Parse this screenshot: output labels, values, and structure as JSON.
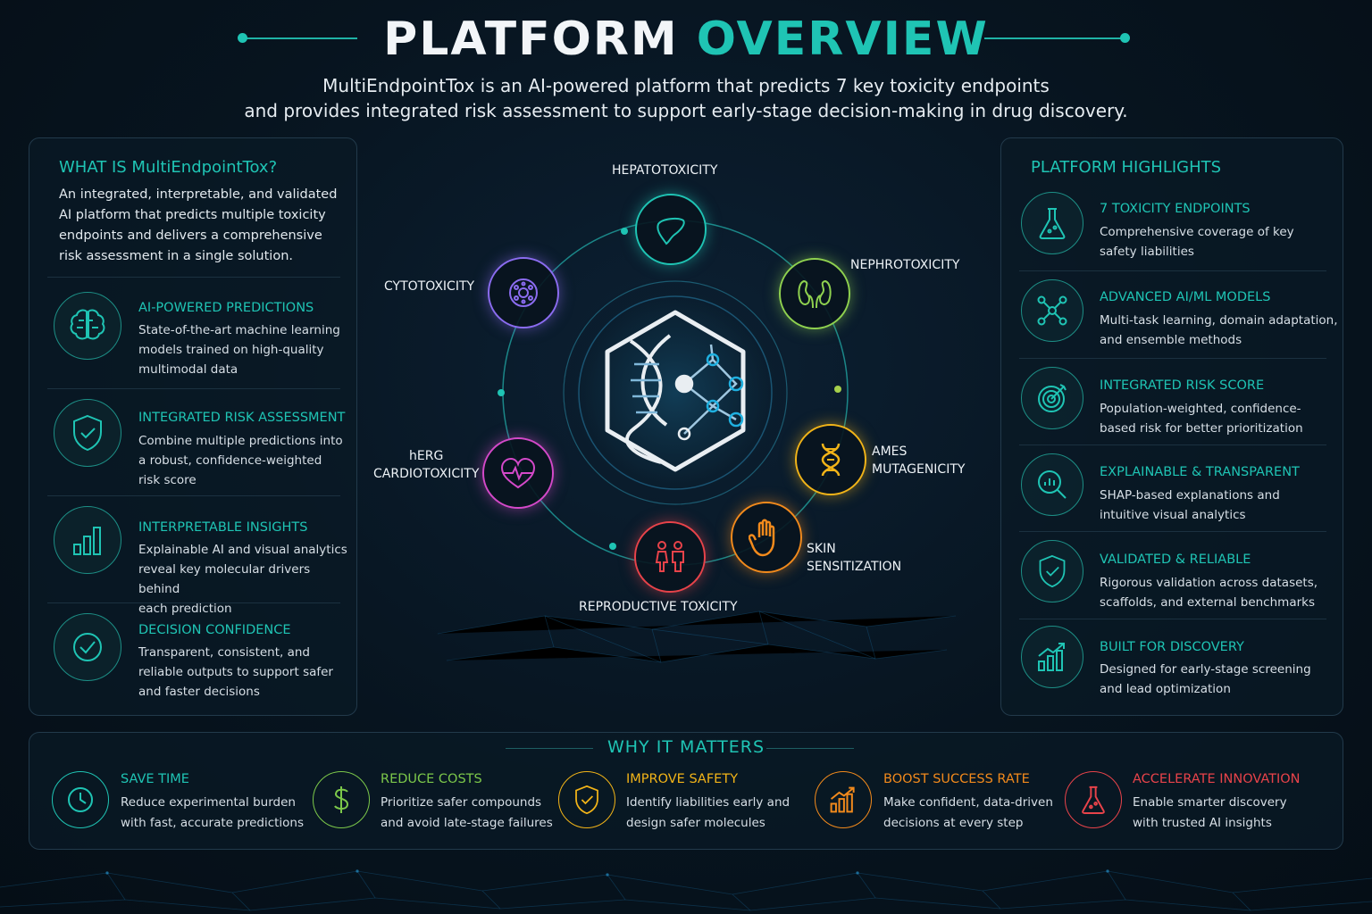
{
  "header": {
    "title_main": "PLATFORM",
    "title_accent": "OVERVIEW",
    "subtitle_line1": "MultiEndpointTox is an AI-powered platform that predicts 7 key toxicity endpoints",
    "subtitle_line2": "and provides integrated risk assessment to support early-stage decision-making in drug discovery."
  },
  "left_panel": {
    "heading": "WHAT IS MultiEndpointTox?",
    "intro": [
      "An integrated, interpretable, and validated",
      "AI platform that predicts multiple toxicity",
      "endpoints and delivers a comprehensive",
      "risk assessment in a single solution."
    ],
    "features": [
      {
        "title": "AI-POWERED PREDICTIONS",
        "desc": [
          "State-of-the-art machine learning",
          "models trained on high-quality",
          "multimodal data"
        ],
        "icon": "brain-icon"
      },
      {
        "title": "INTEGRATED RISK ASSESSMENT",
        "desc": [
          "Combine multiple predictions into",
          "a robust, confidence-weighted",
          "risk score"
        ],
        "icon": "shield-check-icon"
      },
      {
        "title": "INTERPRETABLE INSIGHTS",
        "desc": [
          "Explainable AI and visual analytics",
          "reveal key molecular drivers behind",
          "each prediction"
        ],
        "icon": "bar-chart-icon"
      },
      {
        "title": "DECISION CONFIDENCE",
        "desc": [
          "Transparent, consistent, and",
          "reliable outputs to support safer",
          "and faster decisions"
        ],
        "icon": "check-circle-icon"
      }
    ]
  },
  "right_panel": {
    "heading": "PLATFORM HIGHLIGHTS",
    "features": [
      {
        "title": "7 TOXICITY ENDPOINTS",
        "desc": [
          "Comprehensive coverage of key",
          "safety liabilities"
        ],
        "icon": "flask-icon"
      },
      {
        "title": "ADVANCED AI/ML MODELS",
        "desc": [
          "Multi-task learning, domain adaptation,",
          "and ensemble methods"
        ],
        "icon": "network-icon"
      },
      {
        "title": "INTEGRATED RISK SCORE",
        "desc": [
          "Population-weighted, confidence-",
          "based risk for better prioritization"
        ],
        "icon": "target-icon"
      },
      {
        "title": "EXPLAINABLE & TRANSPARENT",
        "desc": [
          "SHAP-based explanations and",
          "intuitive visual analytics"
        ],
        "icon": "magnifier-chart-icon"
      },
      {
        "title": "VALIDATED & RELIABLE",
        "desc": [
          "Rigorous validation across datasets,",
          "scaffolds, and external benchmarks"
        ],
        "icon": "shield-check-icon"
      },
      {
        "title": "BUILT FOR DISCOVERY",
        "desc": [
          "Designed for early-stage screening",
          "and lead optimization"
        ],
        "icon": "growth-chart-icon"
      }
    ]
  },
  "endpoints": [
    {
      "label": [
        "HEPATOTOXICITY"
      ],
      "color": "#1fc4b4",
      "icon": "liver-icon"
    },
    {
      "label": [
        "NEPHROTOXICITY"
      ],
      "color": "#8fd14f",
      "icon": "kidney-icon"
    },
    {
      "label": [
        "AMES",
        "MUTAGENICITY"
      ],
      "color": "#f2b418",
      "icon": "dna-icon"
    },
    {
      "label": [
        "SKIN",
        "SENSITIZATION"
      ],
      "color": "#f28a1c",
      "icon": "hand-icon"
    },
    {
      "label": [
        "REPRODUCTIVE TOXICITY"
      ],
      "color": "#e8434a",
      "icon": "people-icon"
    },
    {
      "label": [
        "hERG",
        "CARDIOTOXICITY"
      ],
      "color": "#d449c9",
      "icon": "heart-pulse-icon"
    },
    {
      "label": [
        "CYTOTOXICITY"
      ],
      "color": "#8b6cf0",
      "icon": "cell-icon"
    }
  ],
  "why": {
    "heading": "WHY IT MATTERS",
    "items": [
      {
        "title": "SAVE TIME",
        "desc": [
          "Reduce experimental burden",
          "with fast, accurate predictions"
        ],
        "color": "#1fc4b4",
        "icon": "clock-icon"
      },
      {
        "title": "REDUCE COSTS",
        "desc": [
          "Prioritize safer compounds",
          "and avoid late-stage failures"
        ],
        "color": "#7cc84a",
        "icon": "dollar-icon"
      },
      {
        "title": "IMPROVE SAFETY",
        "desc": [
          "Identify liabilities early and",
          "design safer molecules"
        ],
        "color": "#f2b418",
        "icon": "shield-check-icon"
      },
      {
        "title": "BOOST SUCCESS RATE",
        "desc": [
          "Make confident, data-driven",
          "decisions at every step"
        ],
        "color": "#f28a1c",
        "icon": "growth-chart-icon"
      },
      {
        "title": "ACCELERATE INNOVATION",
        "desc": [
          "Enable smarter discovery",
          "with trusted AI insights"
        ],
        "color": "#e8434a",
        "icon": "flask-icon"
      }
    ]
  }
}
